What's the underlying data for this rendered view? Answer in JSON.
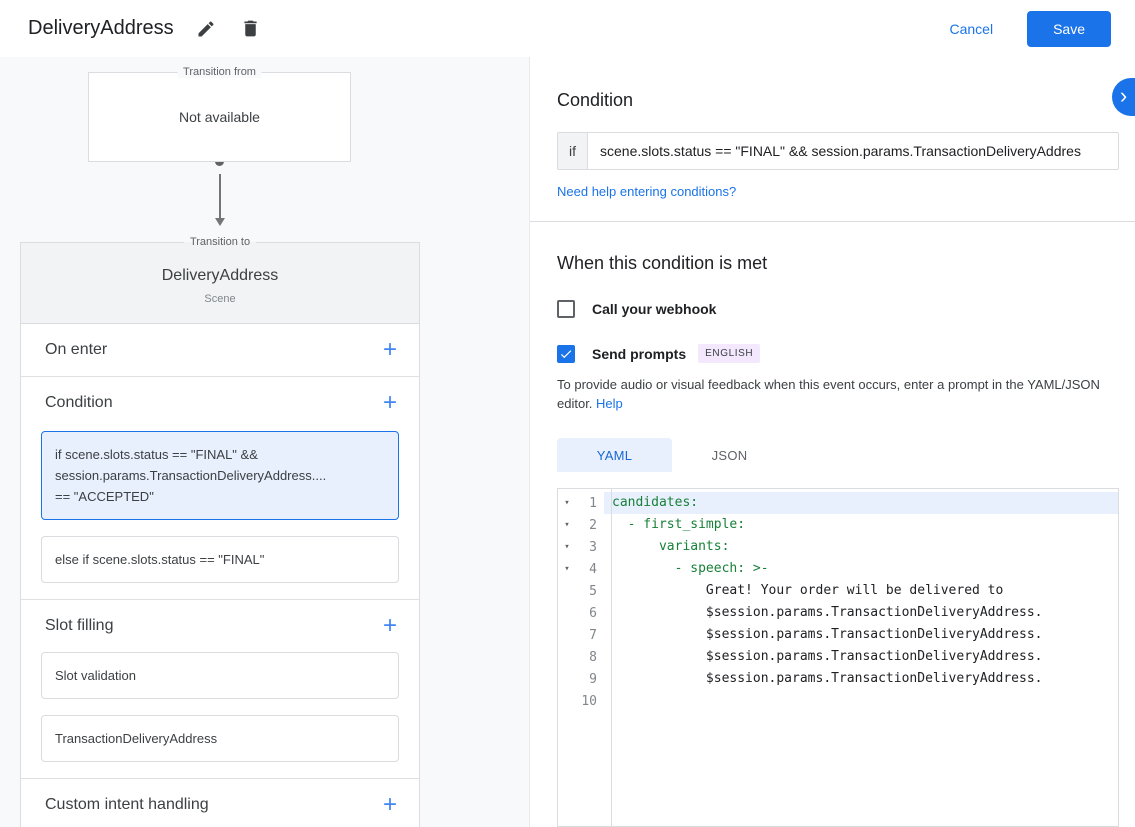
{
  "icons": {
    "plus": "+",
    "fold": "▾",
    "chevron_right": "›"
  },
  "header": {
    "title": "DeliveryAddress",
    "cancel_label": "Cancel",
    "save_label": "Save"
  },
  "left_panel": {
    "transition_from": {
      "label": "Transition from",
      "value": "Not available"
    },
    "transition_to": {
      "label": "Transition to",
      "title": "DeliveryAddress",
      "subtitle": "Scene"
    },
    "sections": {
      "on_enter_label": "On enter",
      "condition_label": "Condition",
      "condition_cards": {
        "selected": "if scene.slots.status == \"FINAL\" &&\nsession.params.TransactionDeliveryAddress....\n== \"ACCEPTED\"",
        "else": "else if scene.slots.status == \"FINAL\""
      },
      "slot_filling_label": "Slot filling",
      "slot_cards": [
        "Slot validation",
        "TransactionDeliveryAddress"
      ],
      "custom_intent_label": "Custom intent handling"
    }
  },
  "right_panel": {
    "condition_heading": "Condition",
    "if_label": "if",
    "condition_value": "scene.slots.status == \"FINAL\" && session.params.TransactionDeliveryAddres",
    "help_link": "Need help entering conditions?",
    "when_met_heading": "When this condition is met",
    "webhook_label": "Call your webhook",
    "send_prompts_label": "Send prompts",
    "language_badge": "ENGLISH",
    "description": "To provide audio or visual feedback when this event occurs, enter a prompt in the YAML/JSON editor.",
    "description_help_link": "Help",
    "tabs": [
      {
        "label": "YAML",
        "active": true
      },
      {
        "label": "JSON",
        "active": false
      }
    ],
    "editor": {
      "lines": [
        {
          "num": "1",
          "text": "candidates:"
        },
        {
          "num": "2",
          "text": "  - first_simple:"
        },
        {
          "num": "3",
          "text": "      variants:"
        },
        {
          "num": "4",
          "text": "        - speech: >-"
        },
        {
          "num": "5",
          "text": "            Great! Your order will be delivered to"
        },
        {
          "num": "6",
          "text": "            $session.params.TransactionDeliveryAddress."
        },
        {
          "num": "7",
          "text": "            $session.params.TransactionDeliveryAddress."
        },
        {
          "num": "8",
          "text": "            $session.params.TransactionDeliveryAddress."
        },
        {
          "num": "9",
          "text": "            $session.params.TransactionDeliveryAddress."
        },
        {
          "num": "10",
          "text": ""
        }
      ]
    }
  }
}
